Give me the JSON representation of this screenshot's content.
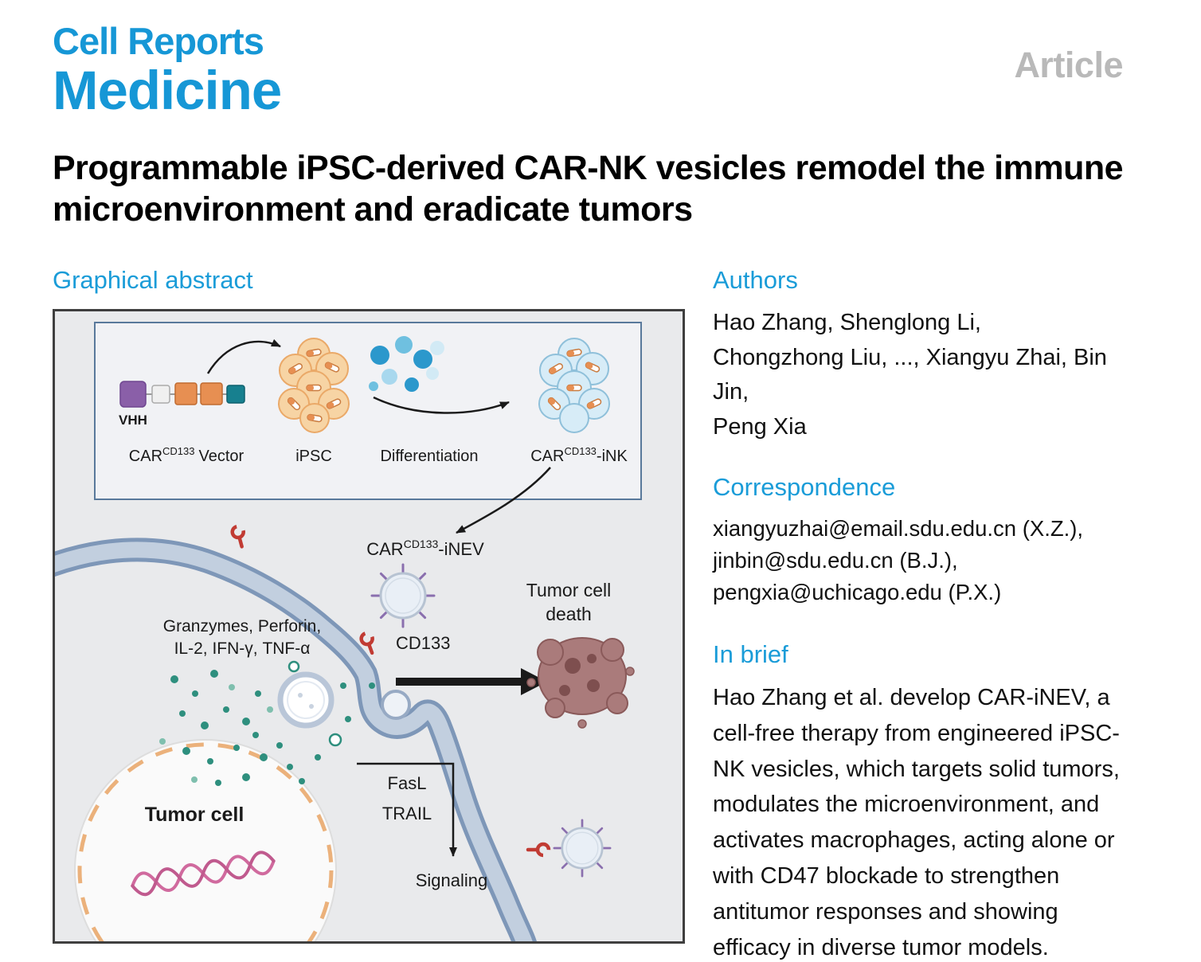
{
  "journal": {
    "line1": "Cell Reports",
    "line2": "Medicine",
    "article_type": "Article"
  },
  "title": "Programmable iPSC-derived CAR-NK vesicles remodel the immune microenvironment and eradicate tumors",
  "graphical_abstract_heading": "Graphical abstract",
  "authors": {
    "heading": "Authors",
    "lines": [
      "Hao Zhang, Shenglong Li,",
      "Chongzhong Liu, ..., Xiangyu Zhai, Bin Jin,",
      "Peng Xia"
    ]
  },
  "correspondence": {
    "heading": "Correspondence",
    "lines": [
      "xiangyuzhai@email.sdu.edu.cn (X.Z.),",
      "jinbin@sdu.edu.cn (B.J.),",
      "pengxia@uchicago.edu (P.X.)"
    ]
  },
  "in_brief": {
    "heading": "In brief",
    "text": "Hao Zhang et al. develop CAR-iNEV, a cell-free therapy from engineered iPSC-NK vesicles, which targets solid tumors, modulates the microenvironment, and activates macrophages, acting alone or with CD47 blockade to strengthen antitumor responses and showing efficacy in diverse tumor models."
  },
  "figure": {
    "labels": {
      "vhh": "VHH",
      "car": "CAR",
      "cd133_sup": "CD133",
      "vector_suffix": "Vector",
      "ipsc": "iPSC",
      "differentiation": "Differentiation",
      "ink_suffix": "-iNK",
      "inev_suffix": "-iNEV",
      "cd133": "CD133",
      "tumor_death_line1": "Tumor cell",
      "tumor_death_line2": "death",
      "cytokines_line1": "Granzymes, Perforin,",
      "cytokines_line2": "IL-2, IFN-γ, TNF-α",
      "tumor_cell": "Tumor cell",
      "fasl": "FasL",
      "trail": "TRAIL",
      "signaling": "Signaling"
    },
    "colors": {
      "accent_blue": "#1a9cd8",
      "membrane_fill": "#c2cfdf",
      "membrane_edge": "#7e97b8",
      "granule_teal": "#2e8f7e",
      "receptor_red": "#c13b33",
      "vesicle_spike_purple": "#8a6fae",
      "tumor_death_brown": "#aa7b7b",
      "vector_purple": "#8a5fa8",
      "vector_orange": "#e78f52",
      "vector_teal": "#17808f",
      "ipsc_orange": "#f7d4a4",
      "ink_blue": "#d7ecf7",
      "dna_pink": "#d06a9e"
    }
  }
}
